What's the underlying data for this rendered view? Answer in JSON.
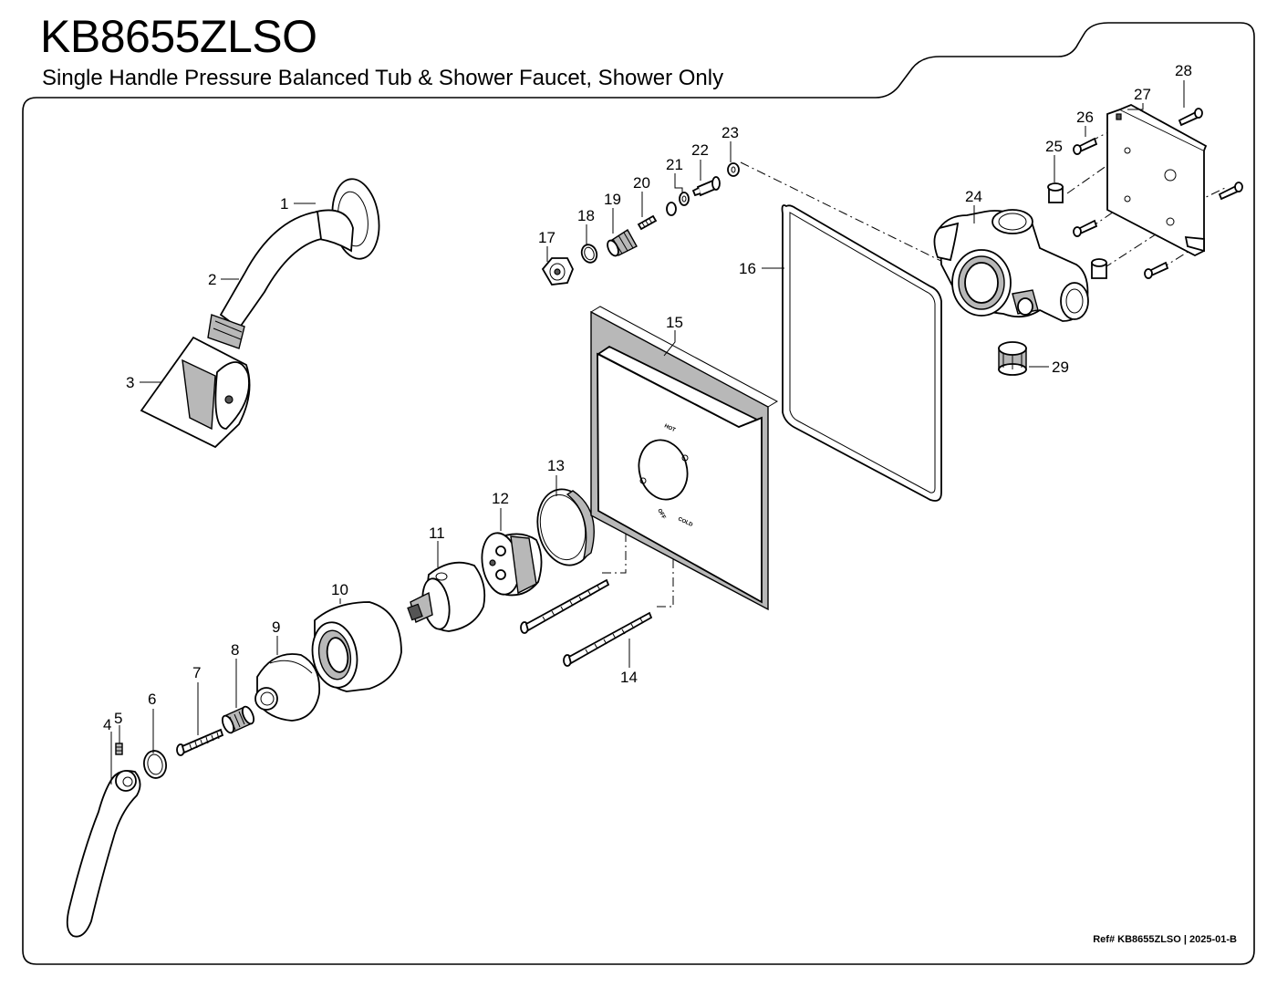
{
  "header": {
    "model": "KB8655ZLSO",
    "description": "Single Handle Pressure Balanced Tub & Shower Faucet, Shower Only"
  },
  "footer": {
    "reference": "Ref# KB8655ZLSO | 2025-01-B"
  },
  "faceplate": {
    "hot": "HOT",
    "off": "OFF",
    "cold": "COLD"
  },
  "callouts": [
    "1",
    "2",
    "3",
    "4",
    "5",
    "6",
    "7",
    "8",
    "9",
    "10",
    "11",
    "12",
    "13",
    "14",
    "15",
    "16",
    "17",
    "18",
    "19",
    "20",
    "21",
    "22",
    "23",
    "24",
    "25",
    "26",
    "27",
    "28",
    "29"
  ]
}
